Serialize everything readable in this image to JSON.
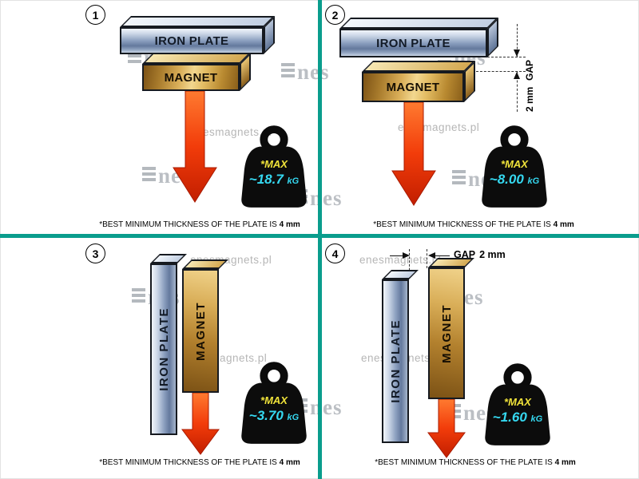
{
  "watermark": {
    "site": "enesmagnets.pl",
    "logo_text": "nes"
  },
  "divider_color": "#0a9d8d",
  "weight_colors": {
    "max": "#efe23a",
    "value": "#35d8f0",
    "body": "#0c0c0c"
  },
  "panels": [
    {
      "number": "1",
      "plate_label": "IRON PLATE",
      "magnet_label": "MAGNET",
      "max_label": "*MAX",
      "value": "~18.7",
      "unit": "kG",
      "caption": "*BEST MINIMUM THICKNESS OF THE PLATE IS",
      "caption_bold": "4 mm"
    },
    {
      "number": "2",
      "plate_label": "IRON PLATE",
      "magnet_label": "MAGNET",
      "max_label": "*MAX",
      "value": "~8.00",
      "unit": "kG",
      "gap_label": "GAP",
      "gap_value": "2 mm",
      "caption": "*BEST MINIMUM THICKNESS OF THE PLATE IS",
      "caption_bold": "4 mm"
    },
    {
      "number": "3",
      "plate_label": "IRON PLATE",
      "magnet_label": "MAGNET",
      "max_label": "*MAX",
      "value": "~3.70",
      "unit": "kG",
      "caption": "*BEST MINIMUM THICKNESS OF THE PLATE IS",
      "caption_bold": "4 mm"
    },
    {
      "number": "4",
      "plate_label": "IRON PLATE",
      "magnet_label": "MAGNET",
      "max_label": "*MAX",
      "value": "~1.60",
      "unit": "kG",
      "gap_label": "GAP",
      "gap_value": "2 mm",
      "caption": "*BEST MINIMUM THICKNESS OF THE PLATE IS",
      "caption_bold": "4 mm"
    }
  ]
}
